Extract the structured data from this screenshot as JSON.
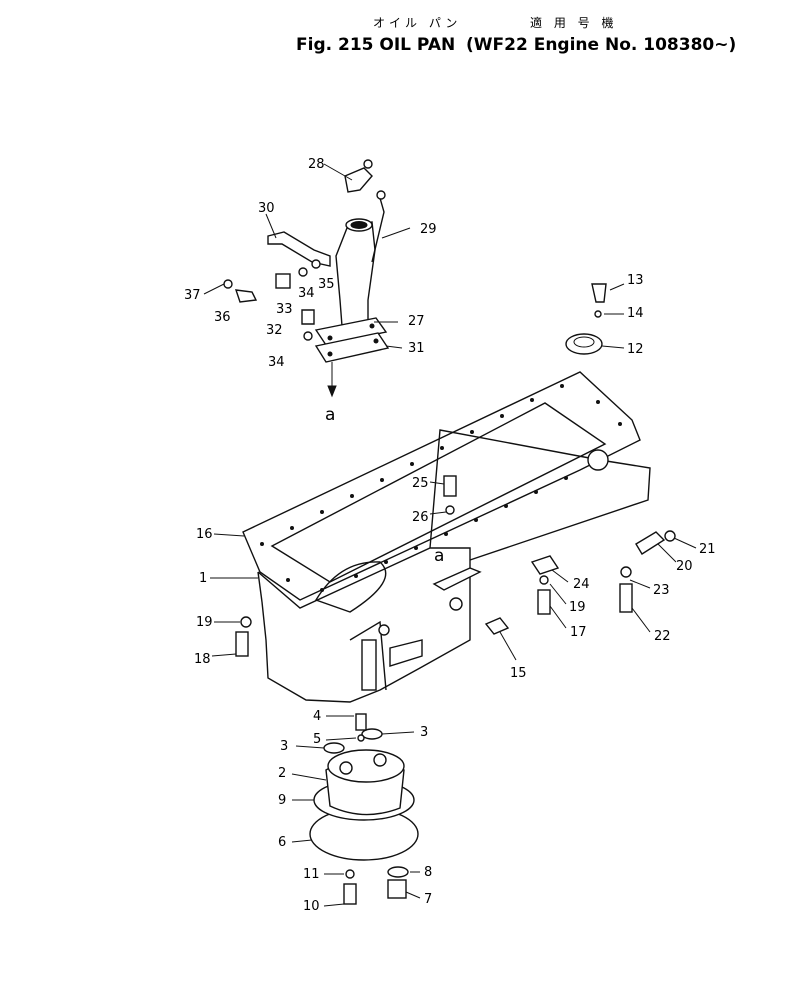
{
  "header": {
    "title_jp": "オイル パン",
    "title": "Fig. 215 OIL PAN",
    "applicability_jp": "適 用 号 機",
    "applicability": "(WF22 Engine No. 108380~)"
  },
  "view_markers": [
    "a",
    "a"
  ],
  "callouts": [
    "28",
    "30",
    "29",
    "37",
    "33",
    "34",
    "35",
    "36",
    "32",
    "27",
    "34",
    "31",
    "13",
    "14",
    "12",
    "25",
    "26",
    "16",
    "21",
    "1",
    "20",
    "24",
    "23",
    "19",
    "19",
    "17",
    "22",
    "18",
    "15",
    "4",
    "3",
    "5",
    "3",
    "2",
    "9",
    "6",
    "8",
    "11",
    "7",
    "10"
  ]
}
